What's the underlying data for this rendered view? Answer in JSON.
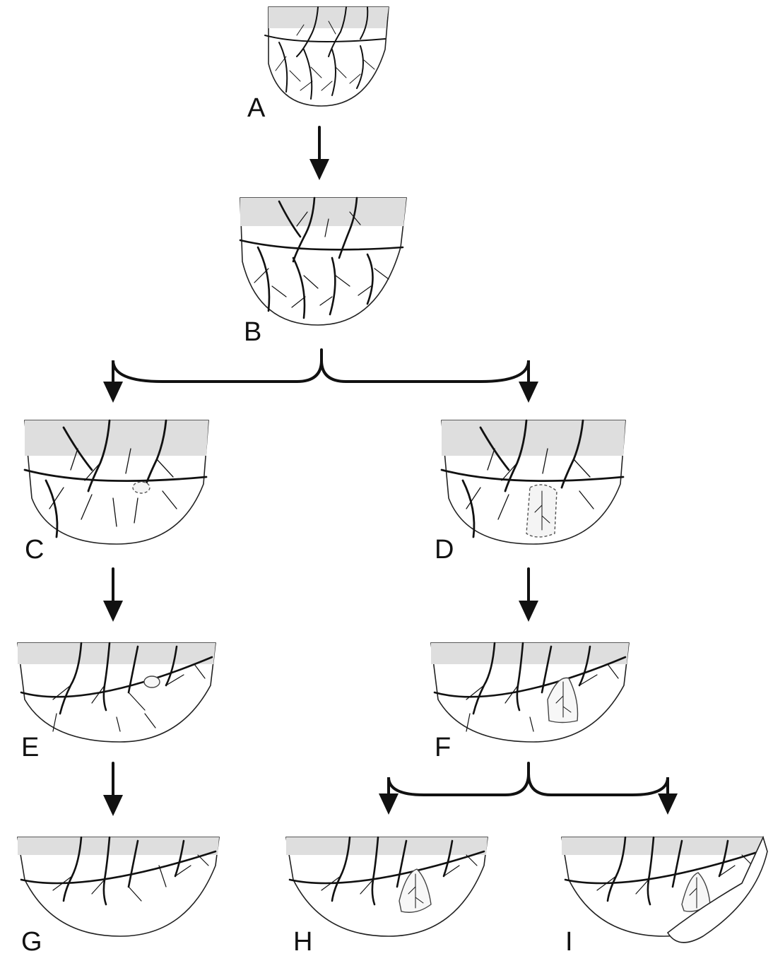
{
  "figure": {
    "panels": [
      {
        "id": "A",
        "label": "A"
      },
      {
        "id": "B",
        "label": "B"
      },
      {
        "id": "C",
        "label": "C"
      },
      {
        "id": "D",
        "label": "D"
      },
      {
        "id": "E",
        "label": "E"
      },
      {
        "id": "F",
        "label": "F"
      },
      {
        "id": "G",
        "label": "G"
      },
      {
        "id": "H",
        "label": "H"
      },
      {
        "id": "I",
        "label": "I"
      }
    ],
    "flow": [
      [
        "A",
        "B"
      ],
      [
        "B",
        "C"
      ],
      [
        "B",
        "D"
      ],
      [
        "C",
        "E"
      ],
      [
        "E",
        "G"
      ],
      [
        "D",
        "F"
      ],
      [
        "F",
        "H"
      ],
      [
        "F",
        "I"
      ]
    ]
  }
}
